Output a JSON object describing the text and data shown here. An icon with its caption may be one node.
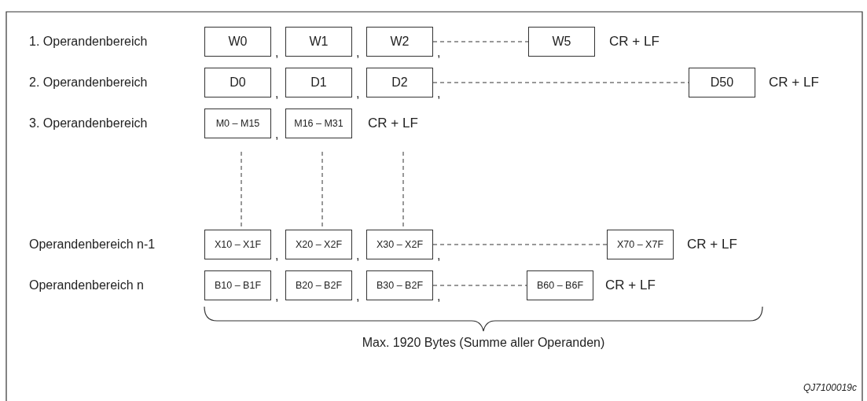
{
  "diagram": {
    "nodes": [
      {
        "text": [
          "W0"
        ]
      },
      {
        "text": [
          "W1"
        ]
      },
      {
        "text": [
          "W2"
        ]
      },
      {
        "text": [
          "W5"
        ]
      },
      {
        "text": [
          "D0"
        ]
      },
      {
        "text": [
          "D1"
        ]
      },
      {
        "text": [
          "D2"
        ]
      },
      {
        "text": [
          "D50"
        ]
      },
      {
        "text": [
          "M0 – M15"
        ]
      },
      {
        "text": [
          "M16 – M31"
        ]
      },
      {
        "text": [
          "X10 – X1F"
        ]
      },
      {
        "text": [
          "X20 – X2F"
        ]
      },
      {
        "text": [
          "X30 – X2F"
        ]
      },
      {
        "text": [
          "X70 – X7F"
        ]
      },
      {
        "text": [
          "B10 – B1F"
        ]
      },
      {
        "text": [
          "B20 – B2F"
        ]
      },
      {
        "text": [
          "B30 – B2F"
        ]
      },
      {
        "text": [
          "B60 – B6F"
        ]
      }
    ],
    "edges": [
      {
        "from": 2,
        "to": 3,
        "arrow": "none",
        "style": "dashed"
      },
      {
        "from": 6,
        "to": 7,
        "arrow": "none",
        "style": "dashed"
      },
      {
        "from": 12,
        "to": 13,
        "arrow": "none",
        "style": "dashed"
      },
      {
        "from": 16,
        "to": 17,
        "arrow": "none",
        "style": "dashed"
      }
    ],
    "labels": [
      "1. Operandenbereich",
      ",",
      ",",
      ",",
      "CR + LF",
      "2. Operandenbereich",
      ",",
      ",",
      ",",
      "CR + LF",
      "3. Operandenbereich",
      ",",
      "CR + LF",
      "Operandenbereich n-1",
      ",",
      ",",
      ",",
      "CR + LF",
      "Operandenbereich n",
      ",",
      ",",
      ",",
      "CR + LF",
      "Max. 1920 Bytes (Summe aller Operanden)",
      "QJ7100019c"
    ]
  }
}
